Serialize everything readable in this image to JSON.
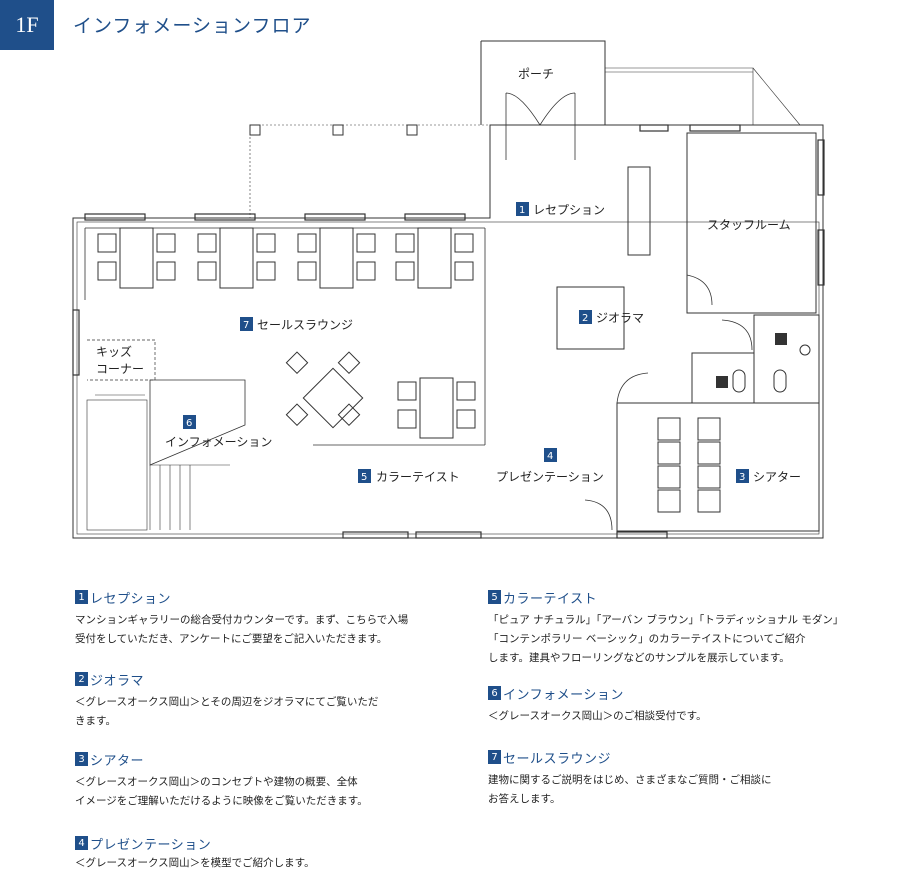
{
  "header": {
    "floor": "1F",
    "title": "インフォメーションフロア"
  },
  "plan": {
    "labels": {
      "porch": "ポーチ",
      "staff_room": "スタッフルーム",
      "kids_corner_line1": "キッズ",
      "kids_corner_line2": "コーナー"
    },
    "rooms": [
      {
        "num": "1",
        "name": "レセプション"
      },
      {
        "num": "2",
        "name": "ジオラマ"
      },
      {
        "num": "3",
        "name": "シアター"
      },
      {
        "num": "4",
        "name": "プレゼンテーション"
      },
      {
        "num": "5",
        "name": "カラーテイスト"
      },
      {
        "num": "6",
        "name": "インフォメーション"
      },
      {
        "num": "7",
        "name": "セールスラウンジ"
      }
    ]
  },
  "descriptions": [
    {
      "num": "1",
      "title": "レセプション",
      "body": "マンションギャラリーの総合受付カウンターです。まず、こちらで入場\n受付をしていただき、アンケートにご要望をご記入いただきます。"
    },
    {
      "num": "2",
      "title": "ジオラマ",
      "body": "＜グレースオークス岡山＞とその周辺をジオラマにてご覧いただ\nきます。"
    },
    {
      "num": "3",
      "title": "シアター",
      "body": "＜グレースオークス岡山＞のコンセプトや建物の概要、全体\nイメージをご理解いただけるように映像をご覧いただきます。"
    },
    {
      "num": "4",
      "title": "プレゼンテーション",
      "body": "＜グレースオークス岡山＞を模型でご紹介します。"
    },
    {
      "num": "5",
      "title": "カラーテイスト",
      "body": "「ピュア ナチュラル」「アーバン ブラウン」「トラディッショナル モダン」\n「コンテンポラリー ベーシック」のカラーテイストについてご紹介\nします。建具やフローリングなどのサンプルを展示しています。"
    },
    {
      "num": "6",
      "title": "インフォメーション",
      "body": "＜グレースオークス岡山＞のご相談受付です。"
    },
    {
      "num": "7",
      "title": "セールスラウンジ",
      "body": "建物に関するご説明をはじめ、さまざまなご質問・ご相談に\nお答えします。"
    }
  ]
}
